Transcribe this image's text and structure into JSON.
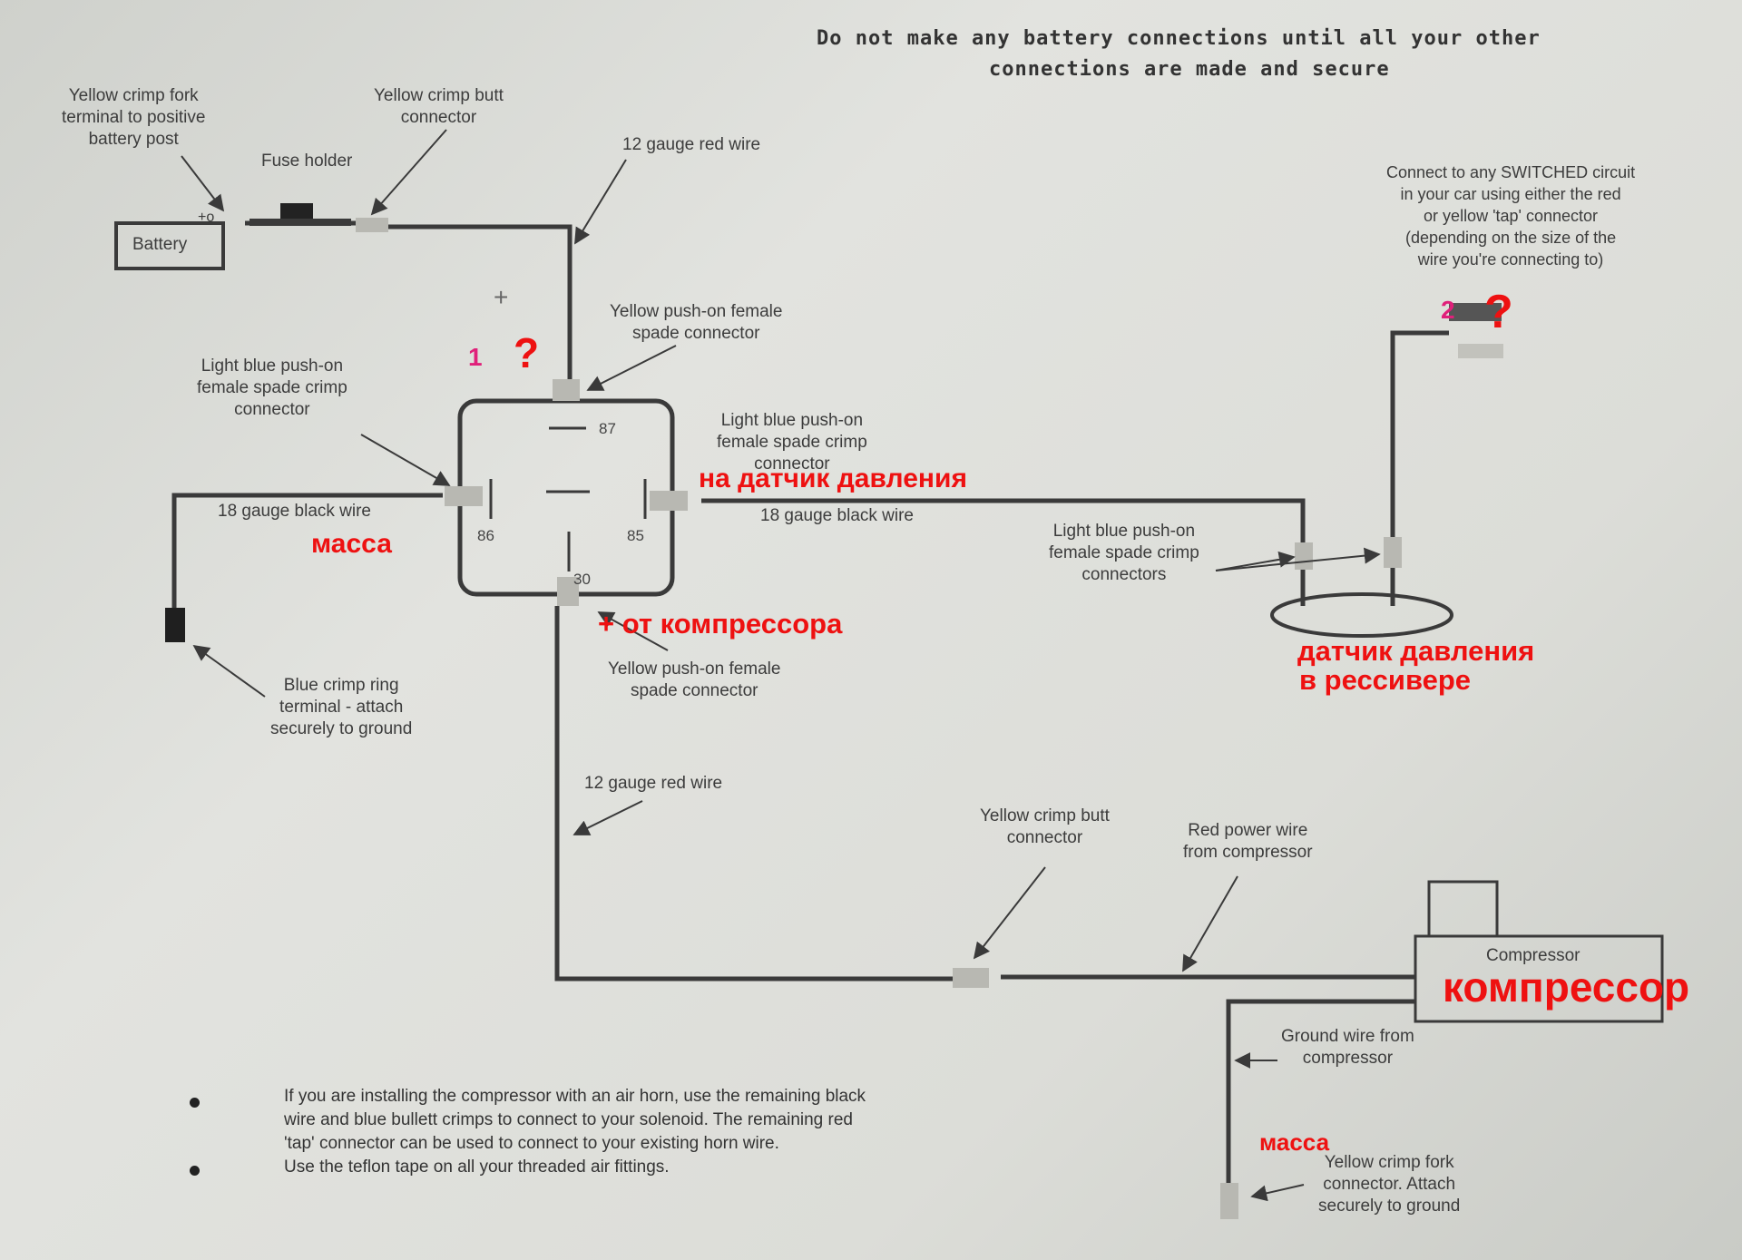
{
  "warning": {
    "line1": "Do not make any battery connections until all your other",
    "line2": "connections are made and secure"
  },
  "battery": {
    "label": "Battery",
    "terminal_mark": "+o"
  },
  "labels": {
    "fork_terminal": [
      "Yellow crimp fork",
      "terminal to positive",
      "battery post"
    ],
    "butt_connector_top": [
      "Yellow crimp butt",
      "connector"
    ],
    "fuse_holder": "Fuse holder",
    "red_wire_top": "12 gauge red wire",
    "switched_circuit": [
      "Connect to any SWITCHED circuit",
      "in your car using either the red",
      "or yellow 'tap' connector",
      "(depending on the size of the",
      "wire you're connecting to)"
    ],
    "yellow_spade_87": [
      "Yellow push-on female",
      "spade connector"
    ],
    "lightblue_86": [
      "Light blue push-on",
      "female spade crimp",
      "connector"
    ],
    "lightblue_85": [
      "Light blue push-on",
      "female spade crimp",
      "connector"
    ],
    "black_wire_left": "18 gauge black wire",
    "black_wire_right": "18 gauge black wire",
    "lightblue_pressure": [
      "Light blue push-on",
      "female spade crimp",
      "connectors"
    ],
    "ring_terminal": [
      "Blue crimp ring",
      "terminal - attach",
      "securely to ground"
    ],
    "yellow_spade_30": [
      "Yellow push-on female",
      "spade connector"
    ],
    "red_wire_bottom": "12 gauge red wire",
    "butt_connector_bottom": [
      "Yellow crimp butt",
      "connector"
    ],
    "red_power_wire": [
      "Red power wire",
      "from compressor"
    ],
    "compressor": "Compressor",
    "ground_wire": [
      "Ground wire from",
      "compressor"
    ],
    "fork_ground": [
      "Yellow crimp fork",
      "connector. Attach",
      "securely to ground"
    ]
  },
  "relay_pins": {
    "p87": "87",
    "p86": "86",
    "p85": "85",
    "p30": "30",
    "plus_mark": "+"
  },
  "notes": [
    "If you are installing the compressor with an air horn, use the remaining black",
    "wire and blue bullett crimps to connect to your solenoid.  The remaining red",
    "'tap' connector can be used to connect to your existing horn wire.",
    "Use the teflon tape on all your threaded air fittings."
  ],
  "annotations": {
    "massa_left": "масса",
    "pressure_sensor_link": "на датчик давления",
    "from_compressor": "+ от компрессора",
    "sensor_line1": "датчик давления",
    "sensor_line2": "в рессивере",
    "compressor_ru": "компрессор",
    "massa_bottom": "масса",
    "marker1_num": "1",
    "marker1_q": "?",
    "marker2_num": "2",
    "marker2_q": "?"
  },
  "colors": {
    "annotation_red": "#ee1111",
    "marker_magenta": "#e0207a",
    "wire": "#3a3a3a"
  }
}
